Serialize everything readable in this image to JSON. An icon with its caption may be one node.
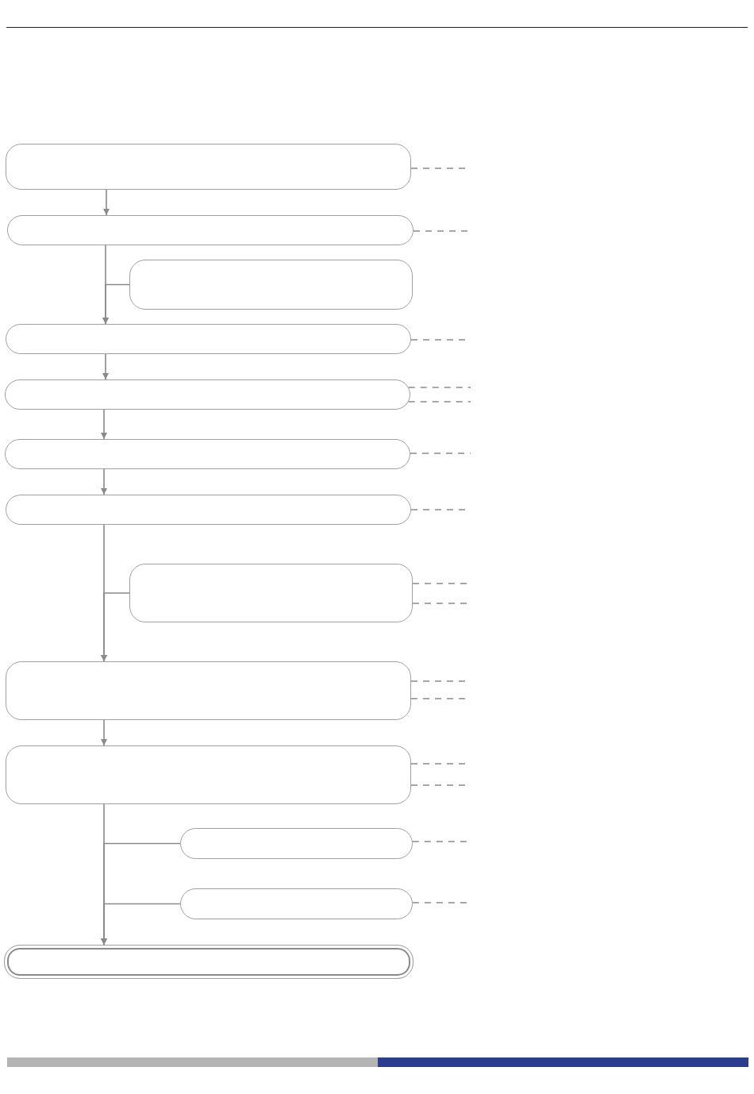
{
  "diagram": {
    "nodes": [
      {
        "text": [],
        "shape": "box"
      },
      {
        "text": [],
        "shape": "box"
      },
      {
        "text": [],
        "shape": "box"
      },
      {
        "text": [],
        "shape": "box"
      },
      {
        "text": [],
        "shape": "box"
      },
      {
        "text": [],
        "shape": "box"
      },
      {
        "text": [],
        "shape": "box"
      },
      {
        "text": [],
        "shape": "box"
      },
      {
        "text": [],
        "shape": "box"
      },
      {
        "text": [],
        "shape": "box"
      },
      {
        "text": [],
        "shape": "box"
      },
      {
        "text": [],
        "shape": "box"
      },
      {
        "text": [],
        "shape": "box"
      }
    ],
    "edges": [
      {
        "from": 0,
        "to": 1,
        "arrow": "to"
      },
      {
        "from": 1,
        "to": 3,
        "arrow": "to"
      },
      {
        "from": 2,
        "to": 3,
        "arrow": "to"
      },
      {
        "from": 3,
        "to": 4,
        "arrow": "to"
      },
      {
        "from": 4,
        "to": 5,
        "arrow": "to"
      },
      {
        "from": 5,
        "to": 6,
        "arrow": "to"
      },
      {
        "from": 6,
        "to": 8,
        "arrow": "to"
      },
      {
        "from": 7,
        "to": 8,
        "arrow": "to"
      },
      {
        "from": 8,
        "to": 9,
        "arrow": "to"
      },
      {
        "from": 9,
        "to": 12,
        "arrow": "to"
      },
      {
        "from": 10,
        "to": 12,
        "arrow": "to"
      },
      {
        "from": 11,
        "to": 12,
        "arrow": "to"
      },
      {
        "from": 0,
        "to": null,
        "arrow": "none",
        "style": "dashed"
      },
      {
        "from": 1,
        "to": null,
        "arrow": "none",
        "style": "dashed"
      },
      {
        "from": 3,
        "to": null,
        "arrow": "none",
        "style": "dashed"
      },
      {
        "from": 4,
        "to": null,
        "arrow": "none",
        "style": "dashed"
      },
      {
        "from": 4,
        "to": null,
        "arrow": "none",
        "style": "dashed"
      },
      {
        "from": 5,
        "to": null,
        "arrow": "none",
        "style": "dashed"
      },
      {
        "from": 6,
        "to": null,
        "arrow": "none",
        "style": "dashed"
      },
      {
        "from": 7,
        "to": null,
        "arrow": "none",
        "style": "dashed"
      },
      {
        "from": 7,
        "to": null,
        "arrow": "none",
        "style": "dashed"
      },
      {
        "from": 8,
        "to": null,
        "arrow": "none",
        "style": "dashed"
      },
      {
        "from": 8,
        "to": null,
        "arrow": "none",
        "style": "dashed"
      },
      {
        "from": 9,
        "to": null,
        "arrow": "none",
        "style": "dashed"
      },
      {
        "from": 9,
        "to": null,
        "arrow": "none",
        "style": "dashed"
      },
      {
        "from": 10,
        "to": null,
        "arrow": "none",
        "style": "dashed"
      },
      {
        "from": 11,
        "to": null,
        "arrow": "none",
        "style": "dashed"
      }
    ]
  }
}
